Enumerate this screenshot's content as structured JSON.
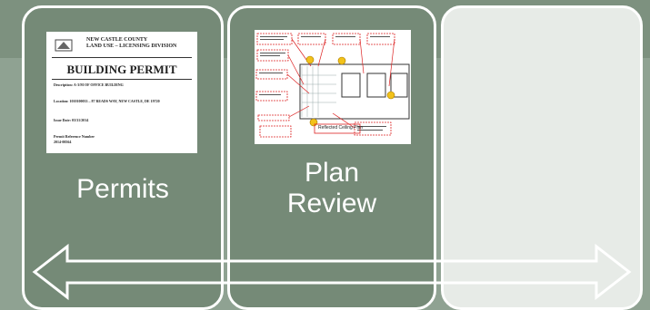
{
  "cards": [
    {
      "label": "Permits"
    },
    {
      "label_line1": "Plan",
      "label_line2": "Review"
    },
    {
      "label": ""
    }
  ],
  "permit_doc": {
    "county_line1": "NEW CASTLE COUNTY",
    "county_line2": "LAND USE – LICENSING DIVISION",
    "title": "BUILDING PERMIT",
    "description": "Description: A-3/M OF OFFICE BUILDING",
    "location": "Location: 1010100033 – 87 READS WAY, NEW CASTLE, DE 19720",
    "issue_date": "Issue Date: 03/31/2014",
    "reference_label": "Permit Reference Number",
    "reference_number": "2014-00564"
  },
  "plan_doc": {
    "annotation": "Reflected Ceiling Plan"
  },
  "colors": {
    "background": "#8fa292",
    "card": "#758a77",
    "card_light": "#e7ebe7",
    "border": "#ffffff"
  }
}
